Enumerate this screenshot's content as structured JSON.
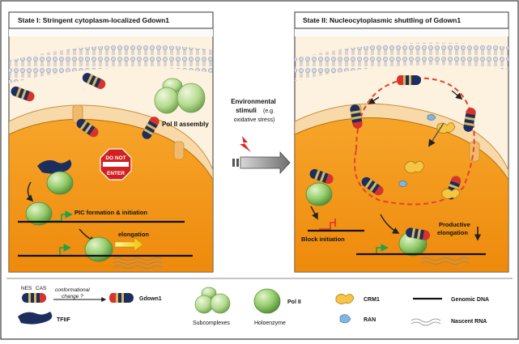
{
  "panels": {
    "left_title": "State I: Stringent cytoplasm-localized Gdown1",
    "right_title": "State II: Nucleocytoplasmic shuttling of Gdown1"
  },
  "middle": {
    "env_line1": "Environmental",
    "env_line2": "stimuli",
    "env_line2b": "(e.g.",
    "env_line3": "oxidative stress)"
  },
  "left": {
    "pol2_assembly": "Pol II assembly",
    "do_not": "DO NOT",
    "enter": "ENTER",
    "pic_formation": "PIC formation & initiation",
    "elongation": "elongation"
  },
  "right": {
    "block_initiation": "Block initiation",
    "productive_1": "Productive",
    "productive_2": "elongation"
  },
  "legend": {
    "nes": "NES",
    "cas": "CAS",
    "conformational": "conformational",
    "change": "change ?",
    "gdown1": "Gdown1",
    "tfiif": "TFIIF",
    "subcomplexes": "Subcomplexes",
    "holoenzyme": "Holoenzyme",
    "pol2": "Pol II",
    "crm1": "CRM1",
    "ran": "RAN",
    "genomic_dna": "Genomic DNA",
    "nascent_rna": "Nascent RNA"
  },
  "colors": {
    "nucleus": "#f39a16",
    "cytoplasm": "#fdf2df",
    "membrane_head": "#cfd4e6",
    "gdown_navy": "#1c2e5e",
    "gdown_gold": "#d8b85a",
    "gdown_red": "#d9342b",
    "pol2_green": "#8fc86a",
    "crm1_yellow": "#f6c542",
    "ran_blue": "#7fb7e0",
    "shuttle_red": "#e0432c"
  }
}
